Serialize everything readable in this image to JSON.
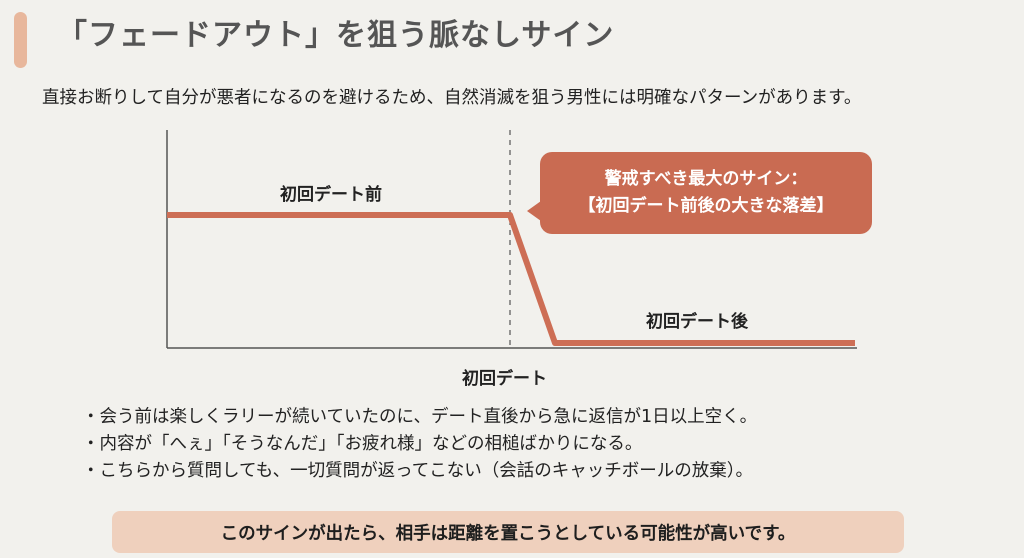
{
  "header": {
    "title": "「フェードアウト」を狙う脈なしサイン",
    "subtitle": "直接お断りして自分が悪者になるのを避けるため、自然消滅を狙う男性には明確なパターンがあります。"
  },
  "diagram": {
    "label_before": "初回デート前",
    "label_after": "初回デート後",
    "x_marker_label": "初回デート",
    "callout_line1": "警戒すべき最大のサイン：",
    "callout_line2": "【初回デート前後の大きな落差】",
    "colors": {
      "line": "#cd6e55",
      "callout": "#c96b52",
      "axis": "#555555"
    }
  },
  "bullets": [
    "・会う前は楽しくラリーが続いていたのに、デート直後から急に返信が1日以上空く。",
    "・内容が「へぇ」「そうなんだ」「お疲れ様」などの相槌ばかりになる。",
    "・こちらから質問しても、一切質問が返ってこない（会話のキャッチボールの放棄）。"
  ],
  "conclusion": "このサインが出たら、相手は距離を置こうとしている可能性が高いです。"
}
